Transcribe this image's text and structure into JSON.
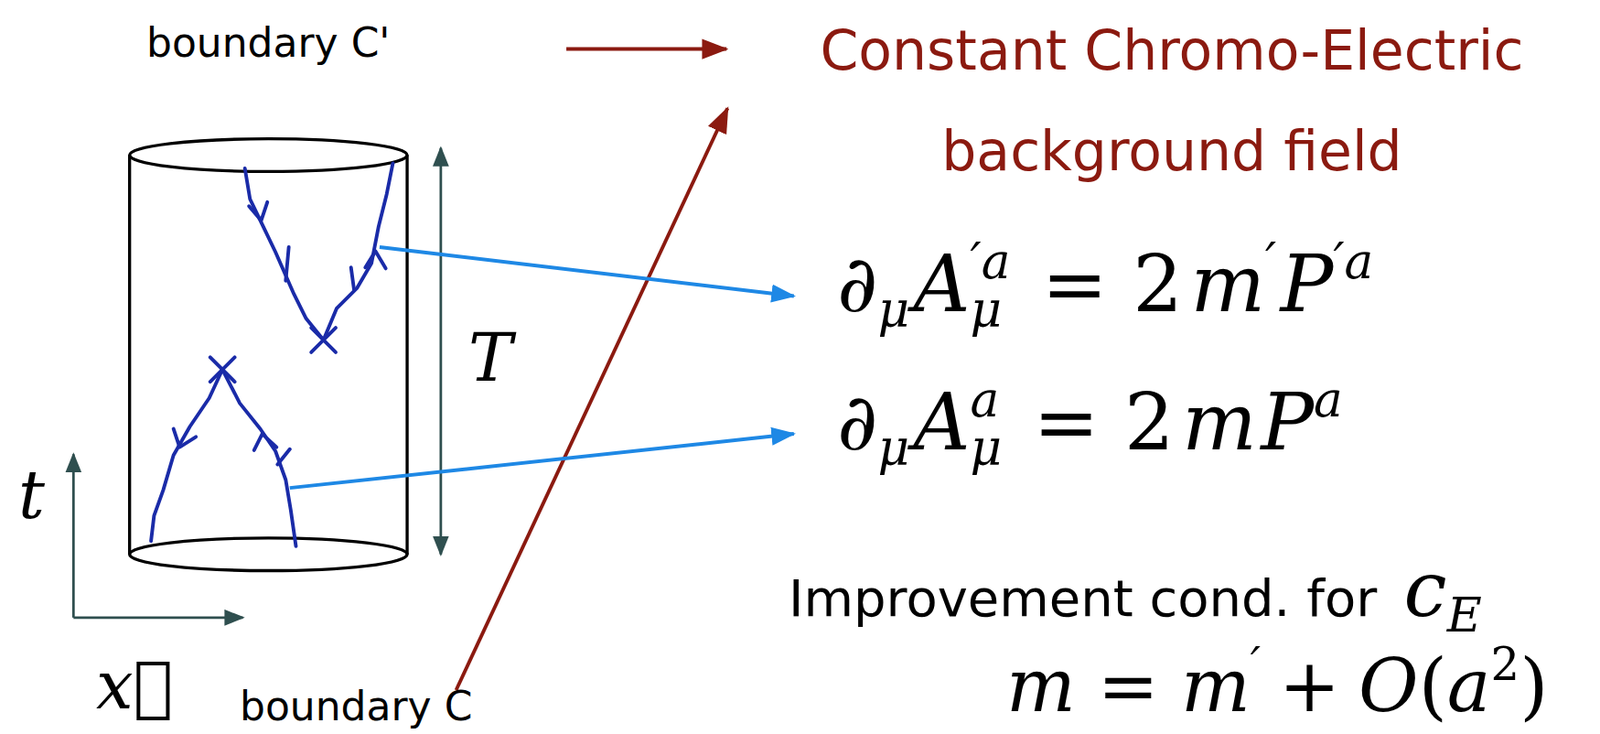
{
  "diagram": {
    "labels": [
      "boundary C'",
      "Constant Chromo-Electric background field",
      "T",
      "t",
      "x⃗",
      "boundary C",
      "∂",
      "μ",
      "A",
      "′a",
      "μ",
      "= 2",
      "m",
      "′",
      "P",
      "′a",
      "∂",
      "μ",
      "A",
      "a",
      "μ",
      "= 2",
      "m",
      "P",
      "a",
      "Improvement cond. for",
      "c",
      "E",
      "m",
      "=",
      "m",
      "′",
      "+",
      "O",
      "(",
      "a",
      "2",
      ")"
    ]
  }
}
